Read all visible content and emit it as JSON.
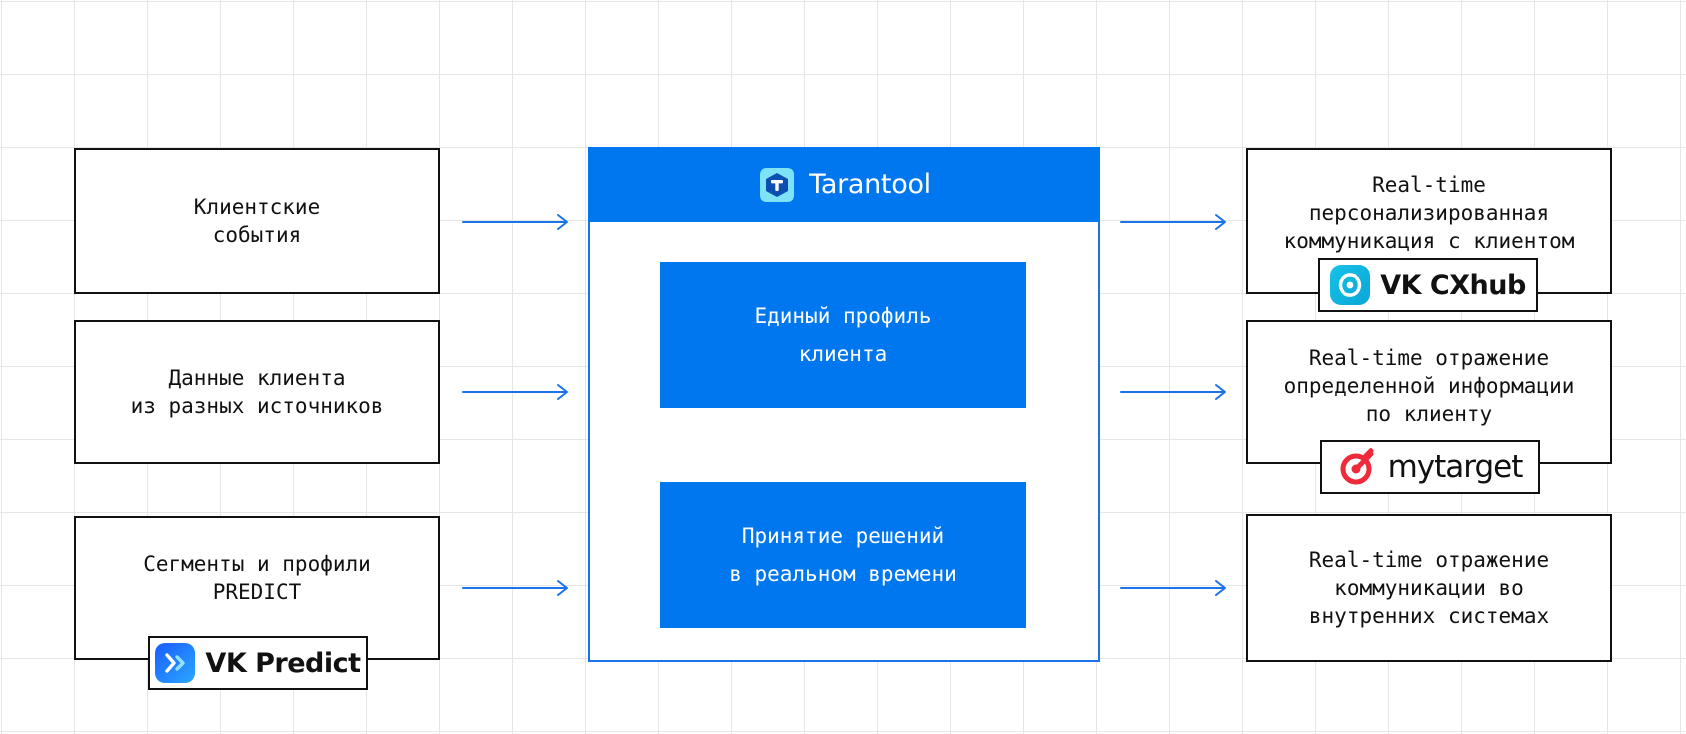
{
  "colors": {
    "accent": "#0077ee",
    "border": "#111111",
    "arrow": "#1a73e8",
    "grid": "#e6e6e6",
    "mytarget_red": "#ef2b3b"
  },
  "center": {
    "title": "Tarantool",
    "icon": "tarantool-logo-icon",
    "blocks": [
      {
        "text": "Единый профиль\nклиента"
      },
      {
        "text": "Принятие решений\nв реальном времени"
      }
    ]
  },
  "inputs": [
    {
      "text": "Клиентские\nсобытия"
    },
    {
      "text": "Данные клиента\nиз разных источников"
    },
    {
      "text": "Сегменты и профили\nPREDICT",
      "badge": {
        "name": "VK Predict",
        "icon": "vk-predict-logo-icon"
      }
    }
  ],
  "outputs": [
    {
      "text": "Real-time\nперсонализированная\nкоммуникация с клиентом",
      "badge": {
        "name": "VK CXhub",
        "icon": "vk-cxhub-logo-icon"
      }
    },
    {
      "text": "Real-time отражение\nопределенной информации\nпо клиенту",
      "badge": {
        "name": "mytarget",
        "icon": "mytarget-logo-icon"
      }
    },
    {
      "text": "Real-time отражение\nкоммуникации во\nвнутренних системах"
    }
  ]
}
